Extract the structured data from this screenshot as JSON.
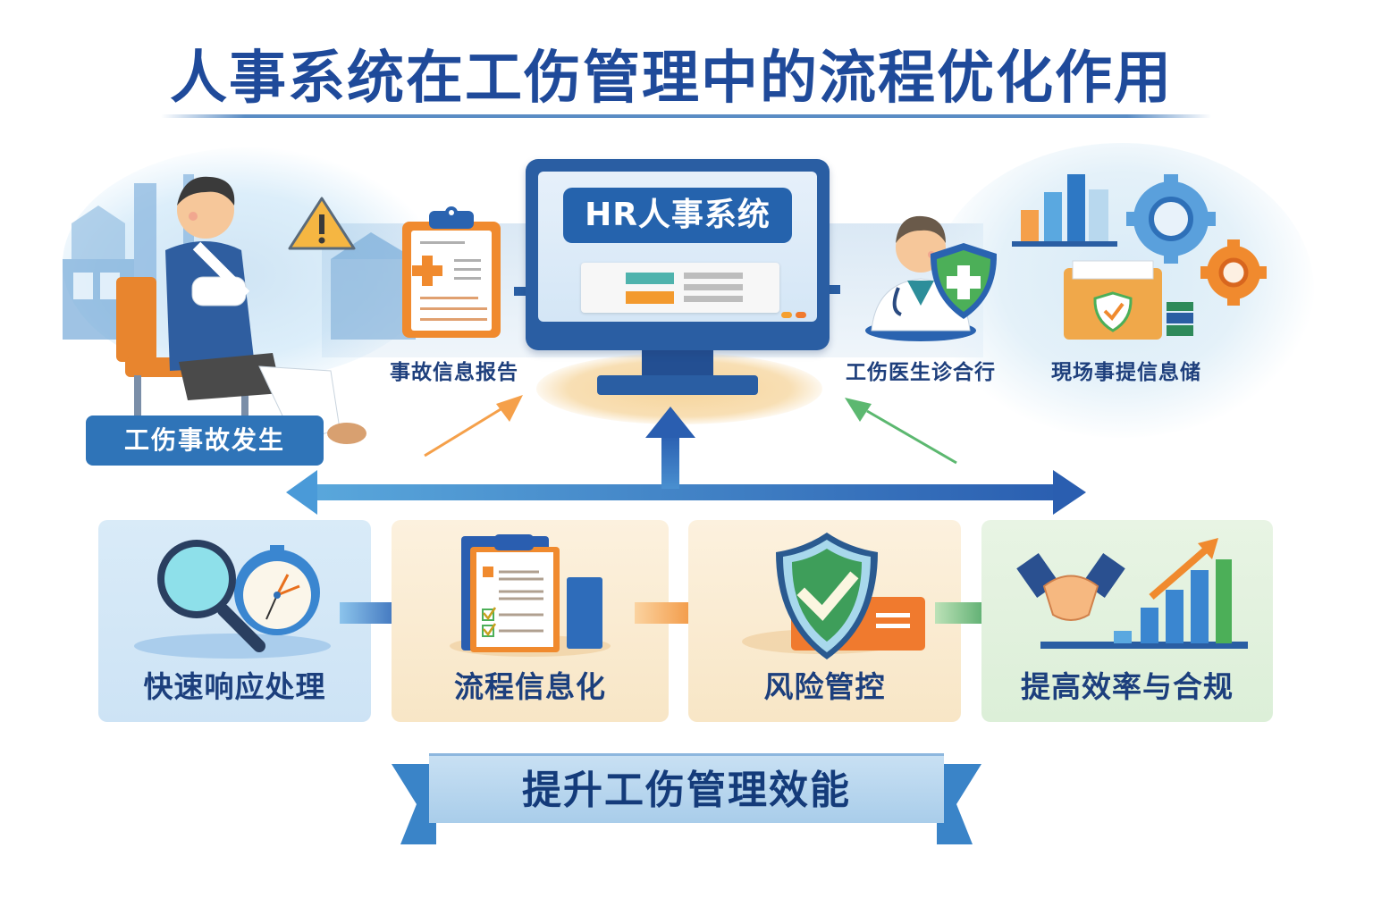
{
  "title": "人事系统在工伤管理中的流程优化作用",
  "colors": {
    "title_blue": "#1f4a9a",
    "primary_blue": "#2a5ea3",
    "accent_orange": "#f39a2e",
    "accent_green": "#4caf6a",
    "card_blue_bg": "#d6e8f7",
    "card_peach_bg": "#fbeed8",
    "card_green_bg": "#e2f2e0"
  },
  "top_row": {
    "incident": {
      "label": "工伤事故发生",
      "icons": [
        "injured-worker",
        "warning-triangle-icon",
        "factory-background"
      ]
    },
    "report": {
      "label": "事故信息报告",
      "icon": "medical-clipboard-icon"
    },
    "hr_system": {
      "label": "HR人事系统",
      "icon": "computer-monitor-icon"
    },
    "medical": {
      "label": "工伤医生诊合行",
      "icon": "doctor-shield-icon"
    },
    "records": {
      "label": "現场事提信息储",
      "icons": [
        "bar-chart-icon",
        "gear-icon",
        "folder-check-icon"
      ]
    }
  },
  "process_cards": [
    {
      "label": "快速响应处理",
      "icon": "magnifier-clock-icon",
      "theme": "blue"
    },
    {
      "label": "流程信息化",
      "icon": "checklist-clipboard-icon",
      "theme": "peach"
    },
    {
      "label": "风险管控",
      "icon": "shield-check-icon",
      "theme": "peach"
    },
    {
      "label": "提高效率与合规",
      "icon": "handshake-growth-icon",
      "theme": "green"
    }
  ],
  "banner": {
    "label": "提升工伤管理效能"
  }
}
